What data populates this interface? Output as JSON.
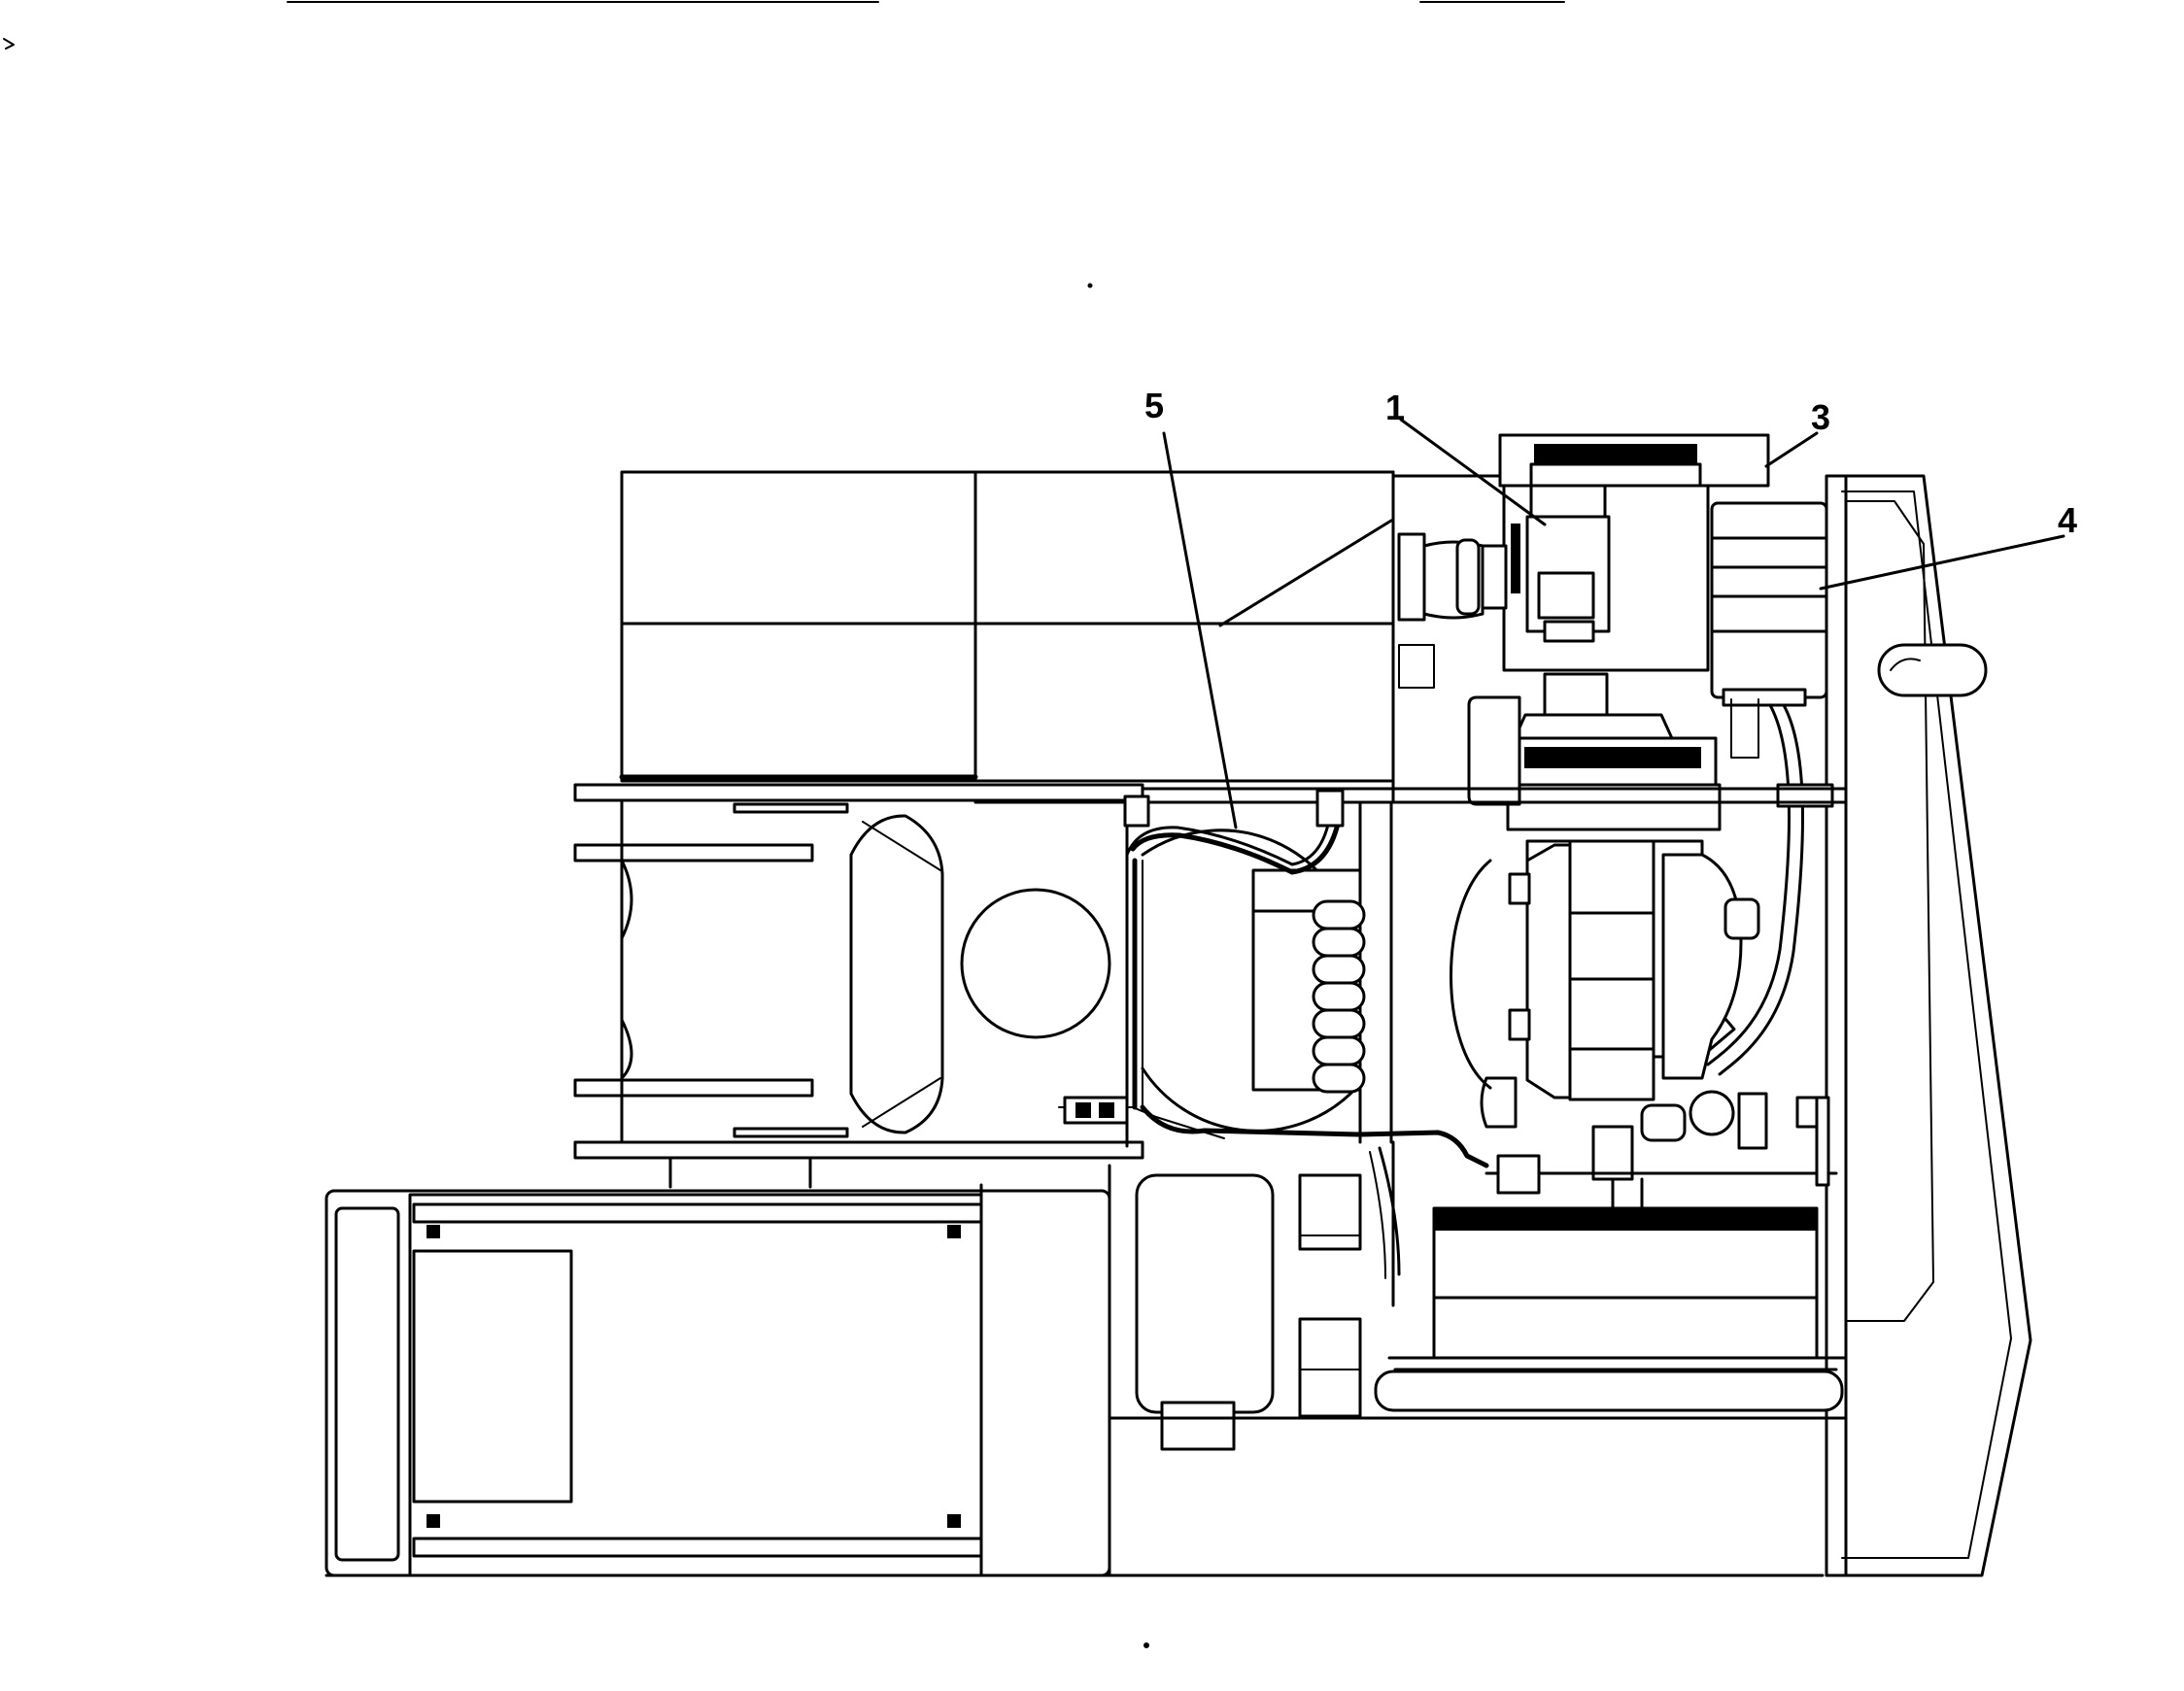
{
  "figure": {
    "callouts": [
      {
        "id": "callout-1",
        "label": "1"
      },
      {
        "id": "callout-3",
        "label": "3"
      },
      {
        "id": "callout-4",
        "label": "4"
      },
      {
        "id": "callout-5",
        "label": "5"
      }
    ]
  }
}
